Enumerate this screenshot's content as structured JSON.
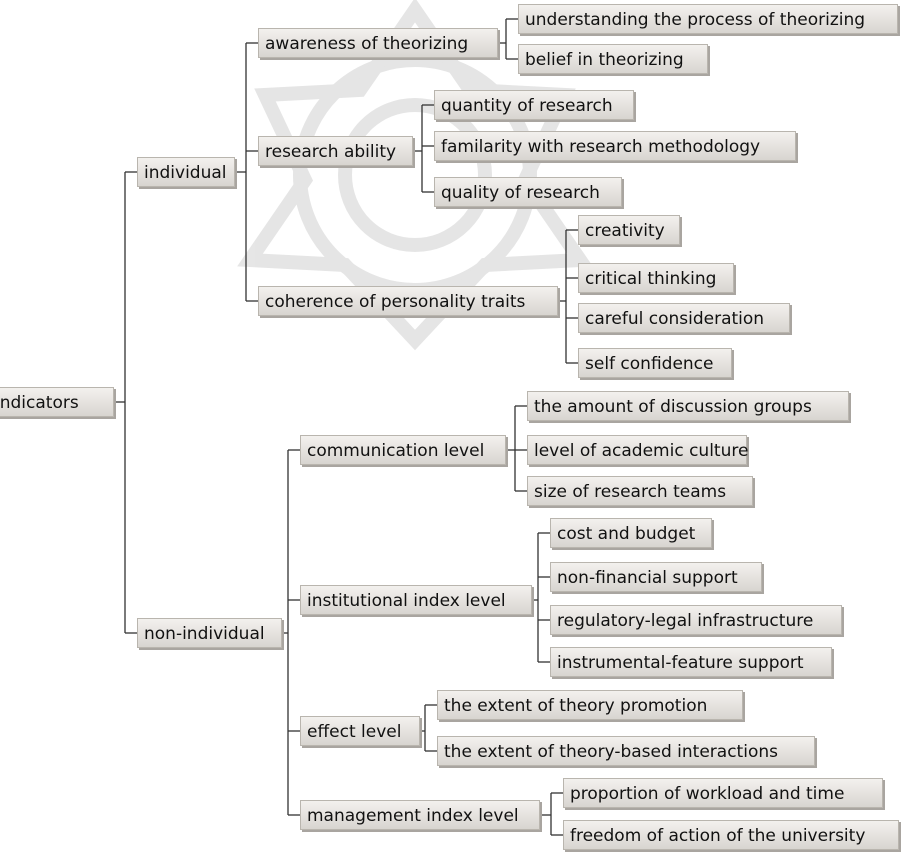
{
  "root": {
    "label": "indicators"
  },
  "level1": [
    {
      "id": "individual",
      "label": "individual"
    },
    {
      "id": "non-individual",
      "label": "non-individual"
    }
  ],
  "level2": [
    {
      "id": "awareness",
      "label": "awareness of theorizing",
      "parent": "individual"
    },
    {
      "id": "research-ability",
      "label": "research ability",
      "parent": "individual"
    },
    {
      "id": "personality",
      "label": "coherence of personality traits",
      "parent": "individual"
    },
    {
      "id": "communication",
      "label": "communication level",
      "parent": "non-individual"
    },
    {
      "id": "institutional",
      "label": "institutional index level",
      "parent": "non-individual"
    },
    {
      "id": "effect",
      "label": "effect level",
      "parent": "non-individual"
    },
    {
      "id": "management",
      "label": "management index level",
      "parent": "non-individual"
    }
  ],
  "level3": [
    {
      "id": "understanding",
      "label": "understanding the process of theorizing",
      "parent": "awareness"
    },
    {
      "id": "belief",
      "label": "belief in theorizing",
      "parent": "awareness"
    },
    {
      "id": "quantity",
      "label": "quantity of research",
      "parent": "research-ability"
    },
    {
      "id": "familarity",
      "label": "familarity with research methodology",
      "parent": "research-ability"
    },
    {
      "id": "quality",
      "label": "quality of research",
      "parent": "research-ability"
    },
    {
      "id": "creativity",
      "label": "creativity",
      "parent": "personality"
    },
    {
      "id": "critical",
      "label": "critical thinking",
      "parent": "personality"
    },
    {
      "id": "careful",
      "label": "careful consideration",
      "parent": "personality"
    },
    {
      "id": "self",
      "label": "self confidence",
      "parent": "personality"
    },
    {
      "id": "discussion",
      "label": "the amount of discussion groups",
      "parent": "communication"
    },
    {
      "id": "academic",
      "label": "level of academic culture",
      "parent": "communication"
    },
    {
      "id": "teams",
      "label": "size of research teams",
      "parent": "communication"
    },
    {
      "id": "cost",
      "label": "cost and budget",
      "parent": "institutional"
    },
    {
      "id": "nonfinancial",
      "label": "non-financial support",
      "parent": "institutional"
    },
    {
      "id": "regulatory",
      "label": "regulatory-legal infrastructure",
      "parent": "institutional"
    },
    {
      "id": "instrumental",
      "label": "instrumental-feature support",
      "parent": "institutional"
    },
    {
      "id": "promotion",
      "label": "the extent of theory promotion",
      "parent": "effect"
    },
    {
      "id": "interactions",
      "label": "the extent of theory-based interactions",
      "parent": "effect"
    },
    {
      "id": "workload",
      "label": "proportion of workload and time",
      "parent": "management"
    },
    {
      "id": "freedom",
      "label": "freedom of action of the university",
      "parent": "management"
    }
  ],
  "colors": {
    "node_fill_top": "#f3f1ee",
    "node_fill_bottom": "#d8d5d0",
    "node_border": "#b9b5ae",
    "connector": "#333333",
    "watermark": "#e3e3e3"
  }
}
